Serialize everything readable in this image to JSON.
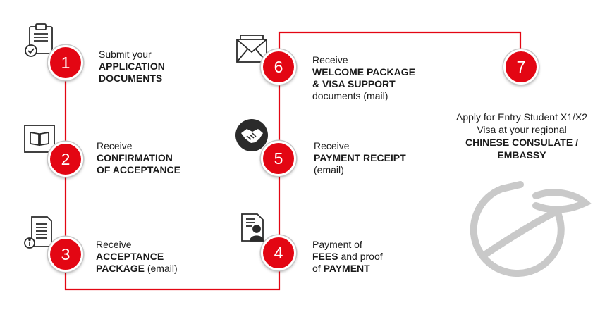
{
  "colors": {
    "accent": "#e30613",
    "icon": "#2b2b2b",
    "logo": "#c9c9c9"
  },
  "steps": [
    {
      "number": "1",
      "icon": "clipboard-check-icon",
      "lines": [
        [
          "Submit your"
        ],
        [
          "APPLICATION"
        ],
        [
          "DOCUMENTS"
        ]
      ]
    },
    {
      "number": "2",
      "icon": "open-book-icon",
      "lines": [
        [
          "Receive"
        ],
        [
          "CONFIRMATION"
        ],
        [
          "OF ACCEPTANCE"
        ]
      ]
    },
    {
      "number": "3",
      "icon": "document-info-icon",
      "lines": [
        [
          "Receive"
        ],
        [
          "ACCEPTANCE"
        ],
        [
          "PACKAGE",
          " (email)"
        ]
      ]
    },
    {
      "number": "4",
      "icon": "user-document-icon",
      "lines": [
        [
          "Payment of"
        ],
        [
          "FEES",
          " and proof"
        ],
        [
          "of ",
          "PAYMENT"
        ]
      ]
    },
    {
      "number": "5",
      "icon": "handshake-icon",
      "lines": [
        [
          "Receive"
        ],
        [
          "PAYMENT RECEIPT"
        ],
        [
          "(email)"
        ]
      ]
    },
    {
      "number": "6",
      "icon": "envelope-icon",
      "lines": [
        [
          "Receive"
        ],
        [
          "WELCOME PACKAGE"
        ],
        [
          "& VISA SUPPORT"
        ],
        [
          "documents (mail)"
        ]
      ]
    },
    {
      "number": "7",
      "icon": "",
      "lines": [
        [
          "Apply for Entry Student X1/X2"
        ],
        [
          "Visa at your regional"
        ],
        [
          "CHINESE CONSULATE /"
        ],
        [
          "EMBASSY"
        ]
      ]
    }
  ]
}
